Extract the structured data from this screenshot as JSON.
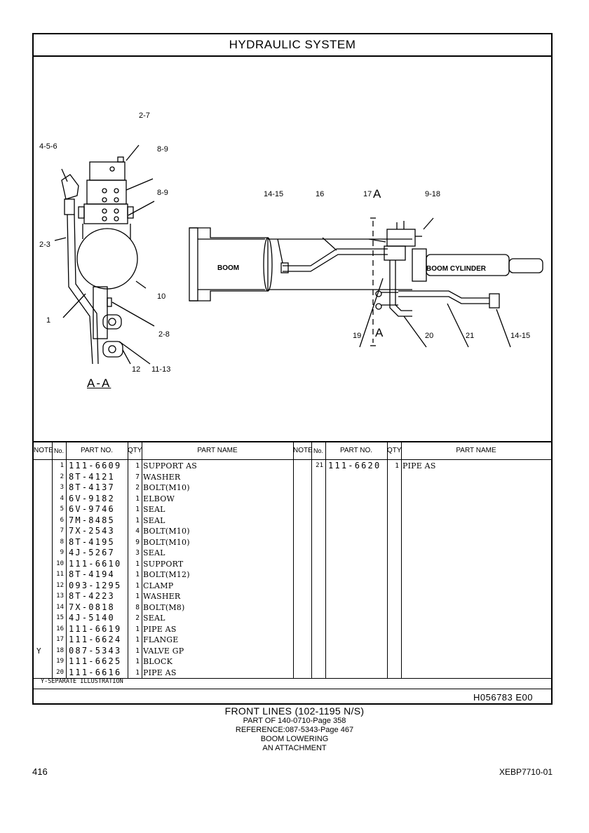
{
  "title": "HYDRAULIC SYSTEM",
  "illustration": {
    "view_label": "A-A",
    "callouts_left": [
      "2-7",
      "4-5-6",
      "8-9",
      "8-9",
      "2-3",
      "10",
      "1",
      "2-8",
      "12",
      "11-13"
    ],
    "callouts_right": [
      "14-15",
      "16",
      "17",
      "A",
      "9-18",
      "19",
      "A",
      "20",
      "21",
      "14-15"
    ],
    "boom_label": "BOOM",
    "cylinder_label": "BOOM CYLINDER"
  },
  "table": {
    "headers": {
      "note": "NOTE",
      "no": "No.",
      "part_no": "PART NO.",
      "qty": "QTY",
      "part_name": "PART NAME"
    },
    "left_rows": [
      {
        "note": "",
        "no": "1",
        "part_no": "111-6609",
        "qty": "1",
        "name": "SUPPORT AS"
      },
      {
        "note": "",
        "no": "2",
        "part_no": "8T-4121",
        "qty": "7",
        "name": "WASHER"
      },
      {
        "note": "",
        "no": "3",
        "part_no": "8T-4137",
        "qty": "2",
        "name": "BOLT(M10)"
      },
      {
        "note": "",
        "no": "4",
        "part_no": "6V-9182",
        "qty": "1",
        "name": "ELBOW"
      },
      {
        "note": "",
        "no": "5",
        "part_no": "6V-9746",
        "qty": "1",
        "name": "SEAL"
      },
      {
        "note": "",
        "no": "6",
        "part_no": "7M-8485",
        "qty": "1",
        "name": "SEAL"
      },
      {
        "note": "",
        "no": "7",
        "part_no": "7X-2543",
        "qty": "4",
        "name": "BOLT(M10)"
      },
      {
        "note": "",
        "no": "8",
        "part_no": "8T-4195",
        "qty": "9",
        "name": "BOLT(M10)"
      },
      {
        "note": "",
        "no": "9",
        "part_no": "4J-5267",
        "qty": "3",
        "name": "SEAL"
      },
      {
        "note": "",
        "no": "10",
        "part_no": "111-6610",
        "qty": "1",
        "name": "SUPPORT"
      },
      {
        "note": "",
        "no": "11",
        "part_no": "8T-4194",
        "qty": "1",
        "name": "BOLT(M12)"
      },
      {
        "note": "",
        "no": "12",
        "part_no": "093-1295",
        "qty": "1",
        "name": "CLAMP"
      },
      {
        "note": "",
        "no": "13",
        "part_no": "8T-4223",
        "qty": "1",
        "name": "WASHER"
      },
      {
        "note": "",
        "no": "14",
        "part_no": "7X-0818",
        "qty": "8",
        "name": "BOLT(M8)"
      },
      {
        "note": "",
        "no": "15",
        "part_no": "4J-5140",
        "qty": "2",
        "name": "SEAL"
      },
      {
        "note": "",
        "no": "16",
        "part_no": "111-6619",
        "qty": "1",
        "name": "PIPE AS"
      },
      {
        "note": "",
        "no": "17",
        "part_no": "111-6624",
        "qty": "1",
        "name": "FLANGE"
      },
      {
        "note": "Y",
        "no": "18",
        "part_no": "087-5343",
        "qty": "1",
        "name": "VALVE GP"
      },
      {
        "note": "",
        "no": "19",
        "part_no": "111-6625",
        "qty": "1",
        "name": "BLOCK"
      },
      {
        "note": "",
        "no": "20",
        "part_no": "111-6616",
        "qty": "1",
        "name": "PIPE AS"
      }
    ],
    "right_rows": [
      {
        "note": "",
        "no": "21",
        "part_no": "111-6620",
        "qty": "1",
        "name": "PIPE AS"
      }
    ],
    "footnote": "Y-SEPARATE ILLUSTRATION",
    "drawing_code": "H056783 E00"
  },
  "caption": {
    "line1": "FRONT LINES (102-1195 N/S)",
    "line2": "PART OF 140-0710-Page 358",
    "line3": "REFERENCE:087-5343-Page 467",
    "line4": "BOOM LOWERING",
    "line5": "AN ATTACHMENT"
  },
  "page_number": "416",
  "doc_id": "XEBP7710-01"
}
